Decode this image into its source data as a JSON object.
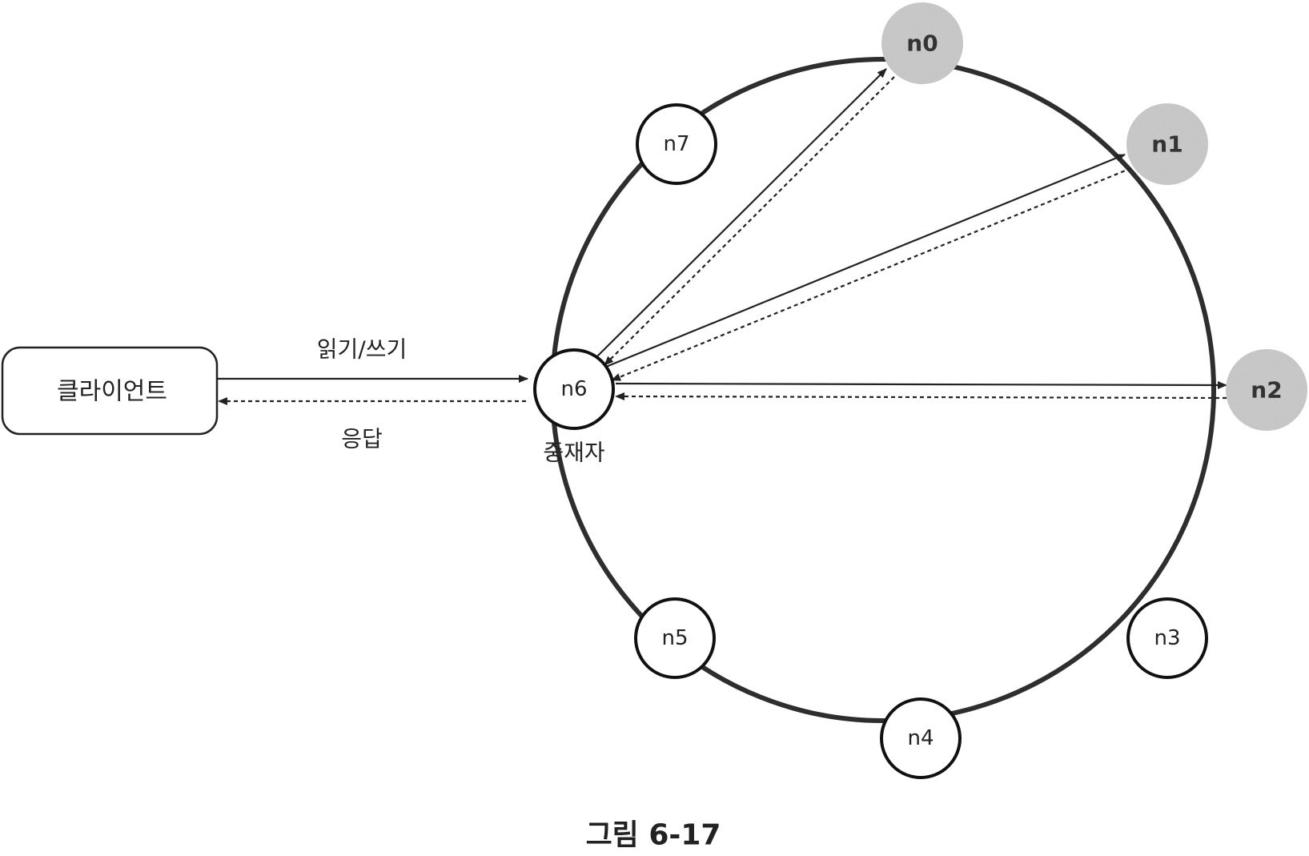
{
  "client": {
    "label": "클라이언트"
  },
  "edges": {
    "request_label": "읽기/쓰기",
    "response_label": "응답"
  },
  "coordinator": {
    "label": "중재자"
  },
  "nodes": [
    {
      "id": "n0",
      "label": "n0",
      "replica": true
    },
    {
      "id": "n1",
      "label": "n1",
      "replica": true
    },
    {
      "id": "n2",
      "label": "n2",
      "replica": true
    },
    {
      "id": "n3",
      "label": "n3",
      "replica": false
    },
    {
      "id": "n4",
      "label": "n4",
      "replica": false
    },
    {
      "id": "n5",
      "label": "n5",
      "replica": false
    },
    {
      "id": "n6",
      "label": "n6",
      "replica": false
    },
    {
      "id": "n7",
      "label": "n7",
      "replica": false
    }
  ],
  "caption": "그림 6-17",
  "colors": {
    "replica_fill": "#c9c9c9",
    "ring_stroke": "#2e2e2e"
  }
}
